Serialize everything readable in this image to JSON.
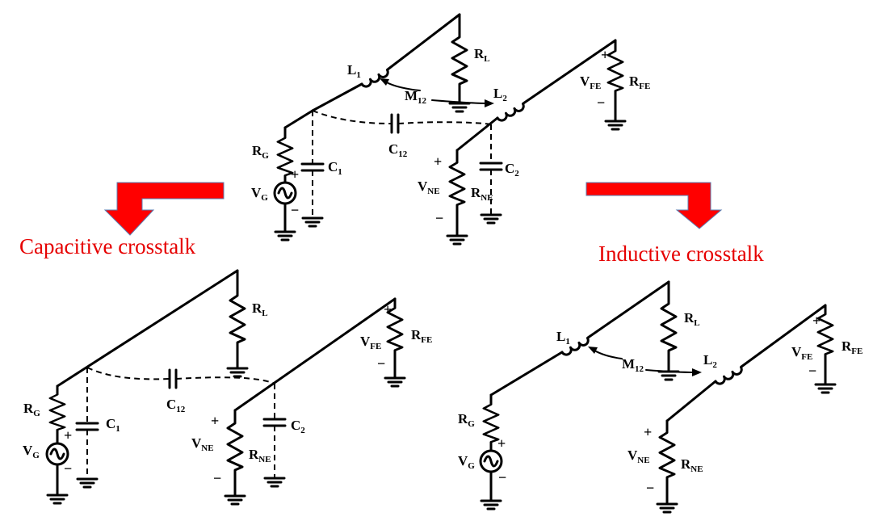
{
  "labels": {
    "rl": "R",
    "rl_sub": "L",
    "rfe": "R",
    "rfe_sub": "FE",
    "vfe": "V",
    "vfe_sub": "FE",
    "l1": "L",
    "l1_sub": "1",
    "l2": "L",
    "l2_sub": "2",
    "m12": "M",
    "m12_sub": "12",
    "c12": "C",
    "c12_sub": "12",
    "rg": "R",
    "rg_sub": "G",
    "vg": "V",
    "vg_sub": "G",
    "c1": "C",
    "c1_sub": "1",
    "c2": "C",
    "c2_sub": "2",
    "vne": "V",
    "vne_sub": "NE",
    "rne": "R",
    "rne_sub": "NE",
    "plus": "+",
    "minus": "−"
  },
  "captions": {
    "capacitive": "Capacitive crosstalk",
    "inductive": "Inductive crosstalk"
  },
  "colors": {
    "caption": "#e60000",
    "arrow": "#ff0000",
    "wire": "#000000"
  }
}
